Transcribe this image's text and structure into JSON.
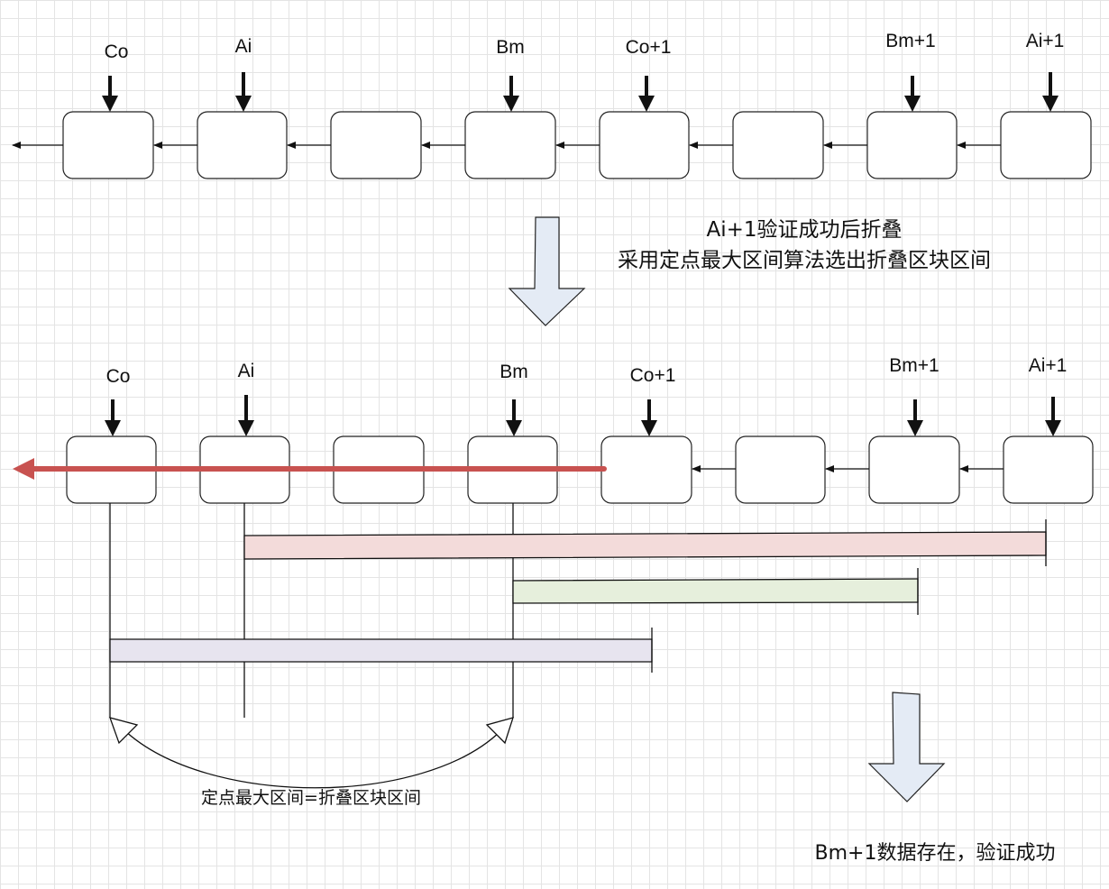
{
  "top_row": {
    "labels": [
      "Co",
      "Ai",
      "Bm",
      "Co+1",
      "Bm+1",
      "Ai+1"
    ]
  },
  "bottom_row": {
    "labels": [
      "Co",
      "Ai",
      "Bm",
      "Co+1",
      "Bm+1",
      "Ai+1"
    ]
  },
  "captions": {
    "fold_line1": "Ai+1验证成功后折叠",
    "fold_line2": "采用定点最大区间算法选出折叠区块区间",
    "interval": "定点最大区间=折叠区块区间",
    "success": "Bm+1数据存在，验证成功"
  },
  "colors": {
    "red_arrow": "#c85250",
    "bar_red": "#f3dbda",
    "bar_green": "#e6efdc",
    "bar_purple": "#e7e4ef",
    "big_arrow": "#e4ebf5"
  }
}
